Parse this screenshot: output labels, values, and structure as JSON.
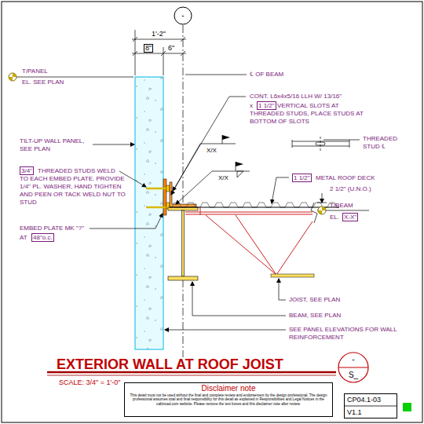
{
  "diagram": {
    "title": "EXTERIOR WALL AT ROOF JOIST",
    "nodes": [
      {
        "text": [
          "-"
        ]
      },
      {
        "text": [
          "-",
          "S_"
        ]
      },
      {
        "text": [
          "Disclaimer note",
          "This detail must not be used without the final and complete review and endorsement by the design professional. The design professional assumes total and final responsibility for this detail as explained in Responsibilities and Legal Notices in the cabincad.com website. Please remove the text boxes and this disclaimer note after review."
        ]
      },
      {
        "text": [
          "CP04.1-03",
          "V1.1"
        ]
      }
    ],
    "edges": [],
    "labels": [
      "1'-2\"",
      "8\"",
      "6\"",
      "T/PANEL",
      "EL. SEE PLAN",
      "℄ OF BEAM",
      "CONT. L6x4x5/16 LLH W/ 13/16\"",
      "x",
      "1 1/2\"",
      "VERTICAL SLOTS AT",
      "THREADED STUDS, PLACE STUDS AT BOTTOM OF SLOTS",
      "TILT-UP WALL PANEL, SEE PLAN",
      "3/4\"",
      "THREADED STUDS WELD",
      "TO EACH EMBED PLATE. PROVIDE 1/4\" PL. WASHER, HAND TIGHTEN AND PEEN OR TACK WELD NUT TO STUD",
      "EMBED PLATE MK \"?\"",
      "AT",
      "48\"o.c.",
      "X/X",
      "X/X",
      "THREADED STUD ℄",
      "1 1/2\"",
      "METAL ROOF DECK",
      "2 1/2\" (U.N.O.)",
      "T/BEAM",
      "EL.",
      "X-X\"",
      "JOIST, SEE PLAN",
      "BEAM, SEE PLAN",
      "SEE PANEL ELEVATIONS FOR WALL REINFORCEMENT",
      "SCALE: 3/4\" = 1'-0\""
    ]
  }
}
